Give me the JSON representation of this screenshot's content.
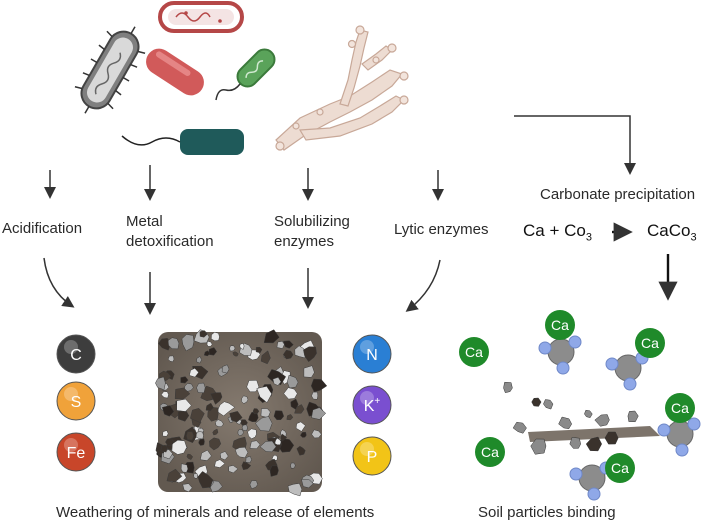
{
  "labels": {
    "acidification": "Acidification",
    "metal_detox_line1": "Metal",
    "metal_detox_line2": "detoxification",
    "solubilizing_line1": "Solubilizing",
    "solubilizing_line2": "enzymes",
    "lytic": "Lytic enzymes",
    "carbonate": "Carbonate precipitation",
    "weathering": "Weathering of minerals and release of elements",
    "binding": "Soil particles binding"
  },
  "equation": {
    "left_ca": "Ca",
    "plus": "+",
    "co": "Co",
    "sub3": "3",
    "product": "CaCo",
    "product_sub": "3"
  },
  "elements_left": [
    {
      "symbol": "C",
      "color": "#3d3d3d"
    },
    {
      "symbol": "S",
      "color": "#f0a23a"
    },
    {
      "symbol": "Fe",
      "color": "#c8462a"
    }
  ],
  "elements_right": [
    {
      "symbol": "N",
      "color": "#2a7fd4"
    },
    {
      "symbol": "K+",
      "color": "#7a4fd0"
    },
    {
      "symbol": "P",
      "color": "#f2c417"
    }
  ],
  "calcium_label": "Ca",
  "colors": {
    "calcium": "#1f8a2a",
    "ligand": "#8fa8e8",
    "soil": "#6b6158",
    "rod_red_outline": "#b84848",
    "rod_teal": "#1f5a5a"
  }
}
